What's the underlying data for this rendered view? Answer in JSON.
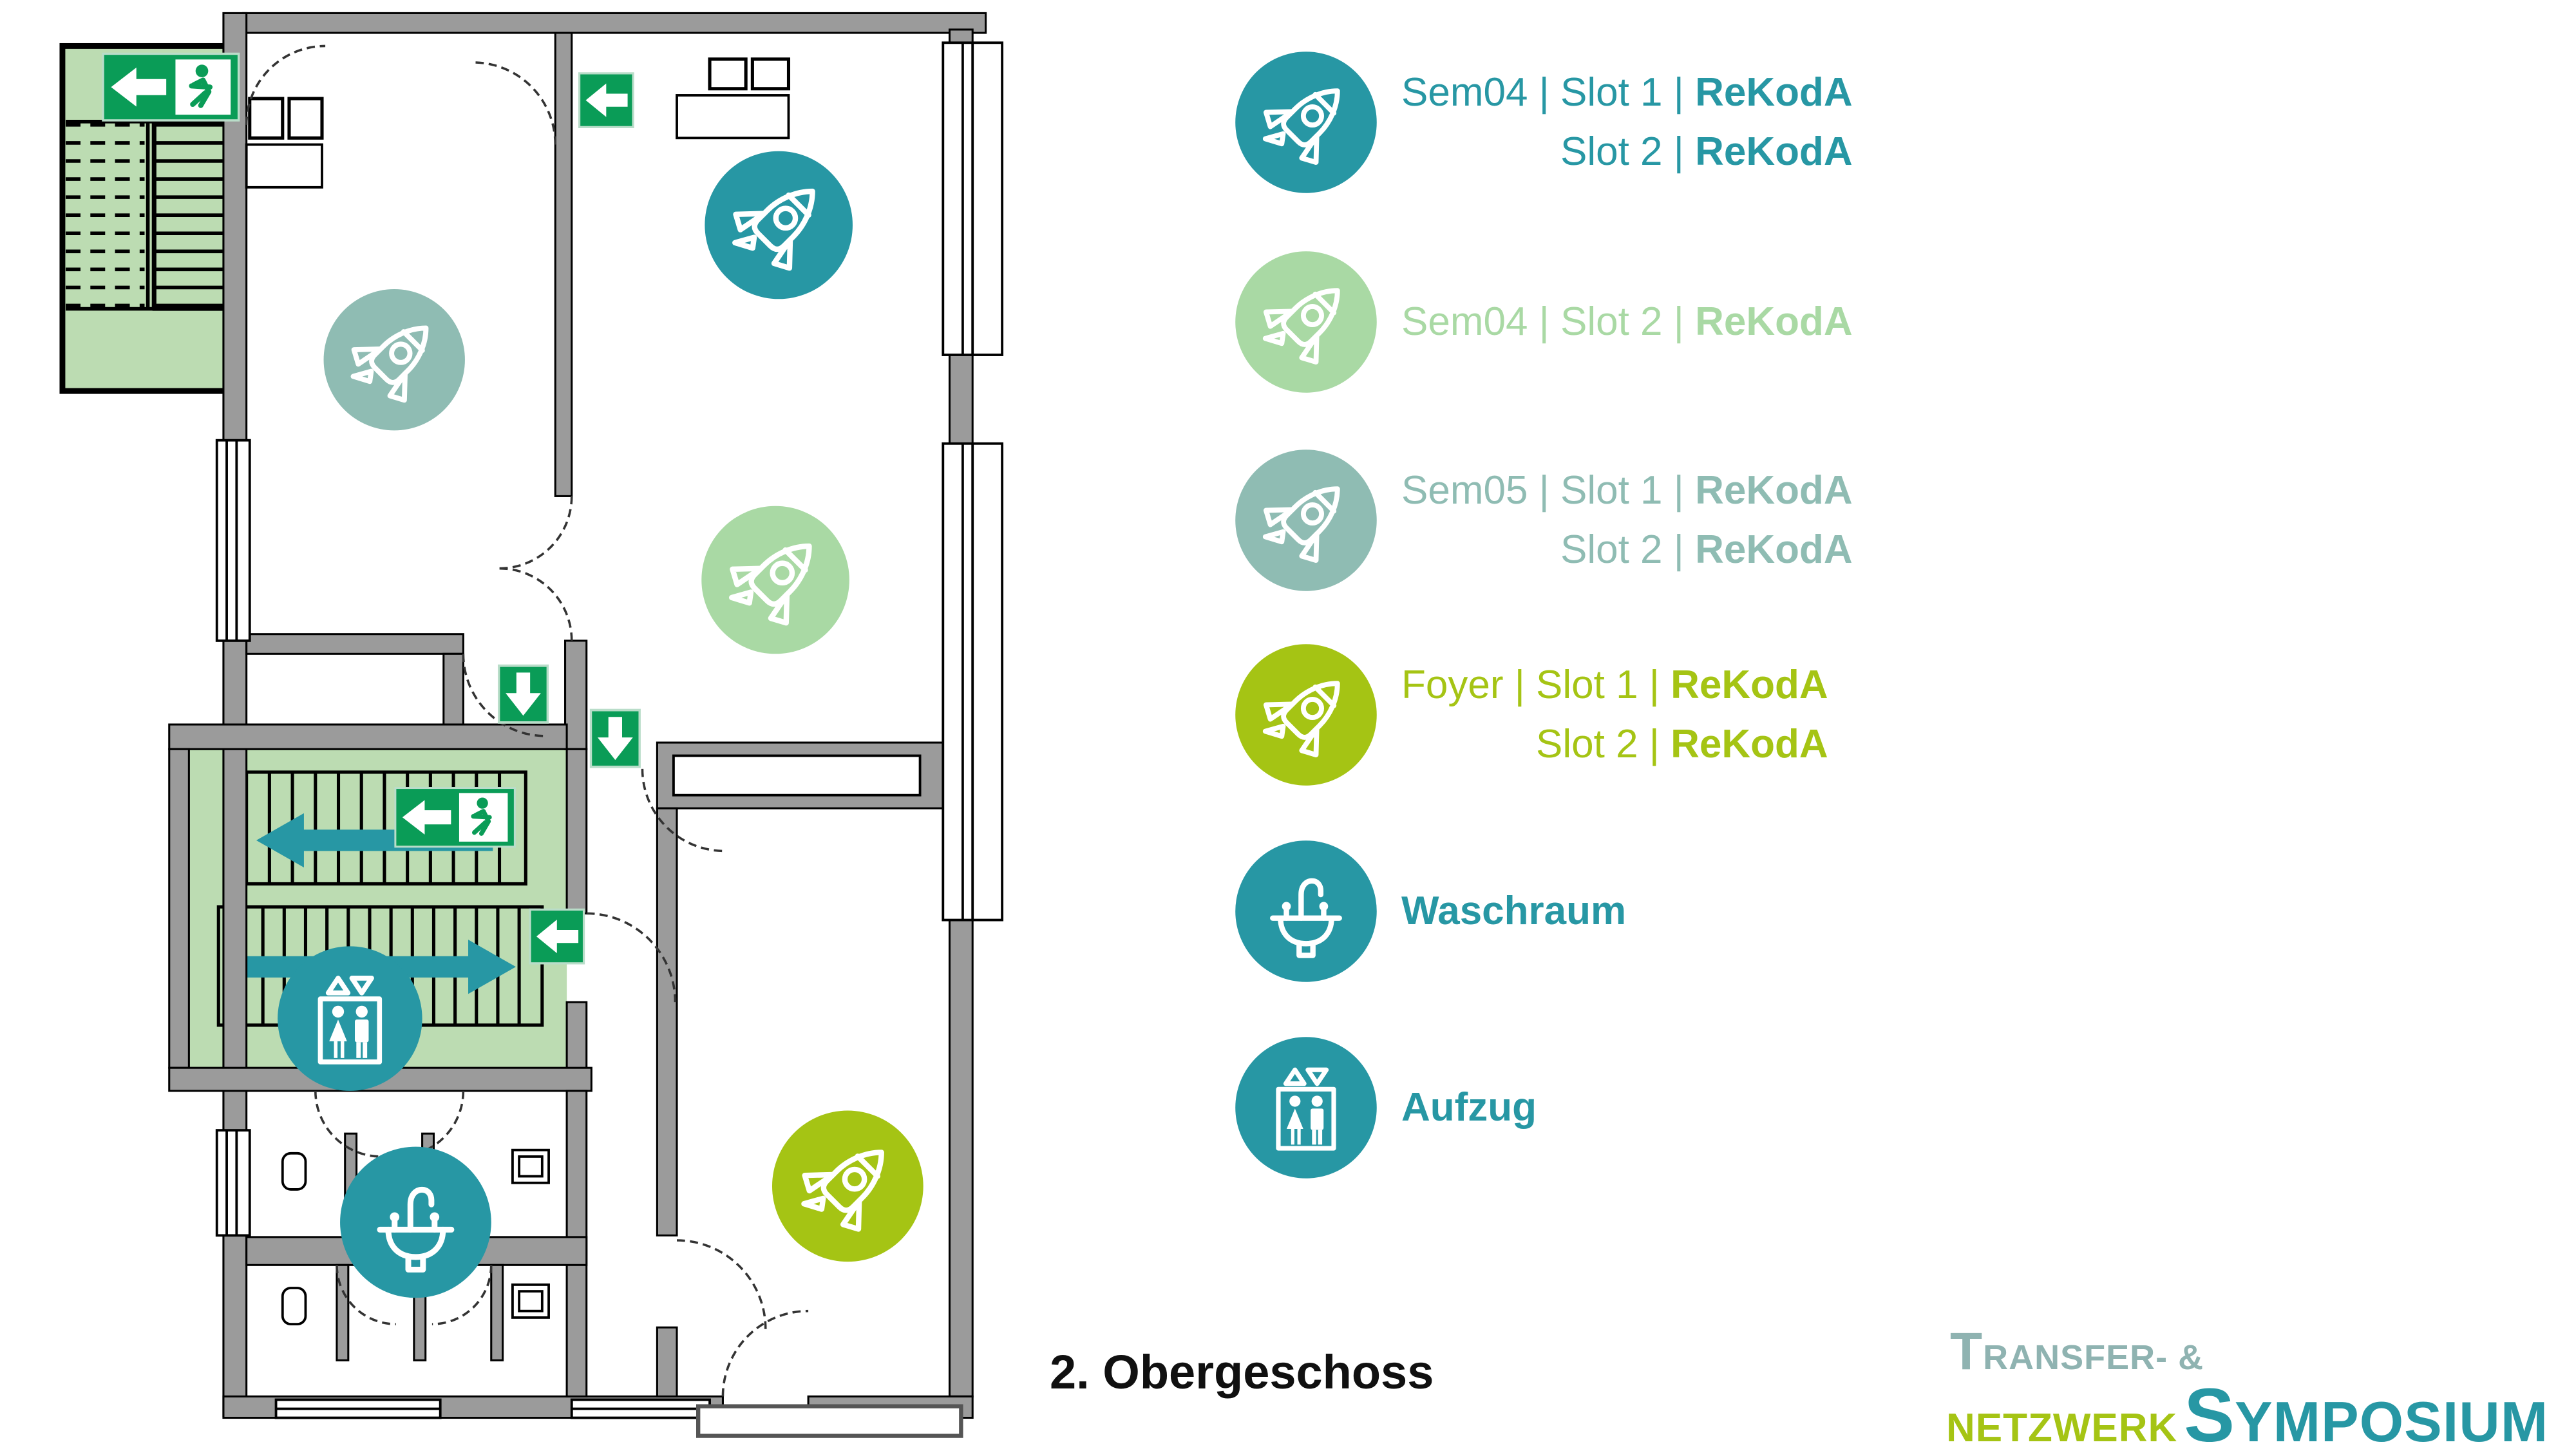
{
  "colors": {
    "teal": "#2797A4",
    "light_green": "#A9D9A4",
    "gray_green": "#8FBCB3",
    "chartreuse": "#A5C414",
    "exit_green": "#0A9C57",
    "stair_green": "#BCDCB2",
    "wall_gray": "#9B9B9B",
    "logo_gray": "#8FB3B1",
    "text_dark": "#101010"
  },
  "legend": {
    "entries": [
      {
        "name": "sem04-slot1",
        "icon": "rocket",
        "color": "#2797A4",
        "lines": [
          {
            "pre": "Sem04 | Slot 1 | ",
            "bold": "ReKodA"
          },
          {
            "pre": "Slot 2 | ",
            "bold": "ReKodA"
          }
        ]
      },
      {
        "name": "sem04-slot2",
        "icon": "rocket",
        "color": "#A9D9A4",
        "lines": [
          {
            "pre": "Sem04 | Slot 2 | ",
            "bold": "ReKodA"
          }
        ]
      },
      {
        "name": "sem05",
        "icon": "rocket",
        "color": "#8FBCB3",
        "lines": [
          {
            "pre": "Sem05 | Slot 1 | ",
            "bold": "ReKodA"
          },
          {
            "pre": "Slot 2 | ",
            "bold": "ReKodA"
          }
        ]
      },
      {
        "name": "foyer",
        "icon": "rocket",
        "color": "#A5C414",
        "lines": [
          {
            "pre": "Foyer | Slot 1 | ",
            "bold": "ReKodA"
          },
          {
            "pre": "Slot 2 | ",
            "bold": "ReKodA"
          }
        ]
      },
      {
        "name": "waschraum",
        "icon": "sink",
        "color": "#2797A4",
        "lines": [
          {
            "pre": "",
            "bold": "Waschraum"
          }
        ]
      },
      {
        "name": "aufzug",
        "icon": "elevator",
        "color": "#2797A4",
        "lines": [
          {
            "pre": "",
            "bold": "Aufzug"
          }
        ]
      }
    ]
  },
  "plan": {
    "floor_label": "2. Obergeschoss",
    "icons": [
      {
        "name": "rocket-sem05",
        "color": "#8FBCB3"
      },
      {
        "name": "rocket-sem04-slot1",
        "color": "#2797A4"
      },
      {
        "name": "rocket-sem04-slot2",
        "color": "#A9D9A4"
      },
      {
        "name": "rocket-foyer",
        "color": "#A5C414"
      },
      {
        "name": "waschraum-sink",
        "color": "#2797A4"
      },
      {
        "name": "aufzug-elevator",
        "color": "#2797A4"
      }
    ]
  },
  "logo": {
    "transfer_initial": "T",
    "transfer_rest": "RANSFER- &",
    "netzwerk": "NETZWERK",
    "symposium_initial": "S",
    "symposium_rest": "YMPOSIUM"
  }
}
